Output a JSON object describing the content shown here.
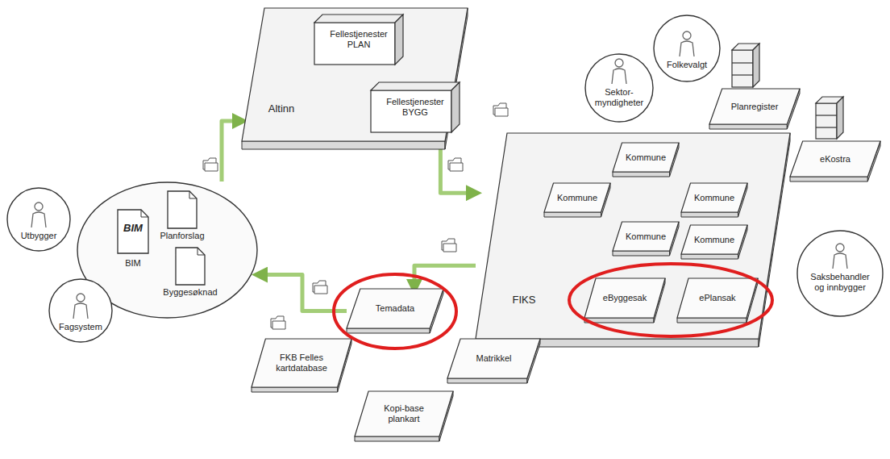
{
  "diagram": {
    "nodes": [
      {
        "text": [
          "Altinn"
        ]
      },
      {
        "text": [
          "Fellestjenester PLAN"
        ],
        "in": 0
      },
      {
        "text": [
          "Fellestjenester BYGG"
        ],
        "in": 0
      },
      {
        "text": [
          "Sektor- myndigheter"
        ]
      },
      {
        "text": [
          "Folkevalgt"
        ]
      },
      {
        "text": [
          "Planregister"
        ]
      },
      {
        "text": [
          "eKostra"
        ]
      },
      {
        "text": []
      },
      {
        "text": [
          "BIM",
          "BIM"
        ],
        "in": 7
      },
      {
        "text": [
          "Planforslag"
        ],
        "in": 7
      },
      {
        "text": [
          "Byggesøknad"
        ],
        "in": 7
      },
      {
        "text": [
          "Utbygger"
        ]
      },
      {
        "text": [
          "Fagsystem"
        ]
      },
      {
        "text": [
          "FIKS"
        ]
      },
      {
        "text": [
          "Kommune"
        ],
        "in": 13
      },
      {
        "text": [
          "Kommune"
        ],
        "in": 13
      },
      {
        "text": [
          "Kommune"
        ],
        "in": 13
      },
      {
        "text": [
          "Kommune"
        ],
        "in": 13
      },
      {
        "text": [
          "Kommune"
        ],
        "in": 13
      },
      {
        "text": [
          "eByggesak"
        ],
        "in": 13
      },
      {
        "text": [
          "ePlansak"
        ],
        "in": 13
      },
      {
        "text": [
          "Saksbehandler og innbygger"
        ]
      },
      {
        "text": [
          "Temadata"
        ]
      },
      {
        "text": [
          "FKB Felles kartdatabase"
        ]
      },
      {
        "text": [
          "Matrikkel"
        ]
      },
      {
        "text": [
          "Kopi-base plankart"
        ]
      }
    ],
    "edges": [
      {
        "from": 7,
        "to": 0,
        "arrow": "to"
      },
      {
        "from": 0,
        "to": 13,
        "arrow": "to"
      },
      {
        "from": 13,
        "to": 22,
        "arrow": "to"
      },
      {
        "from": 22,
        "to": 7,
        "arrow": "to"
      }
    ]
  }
}
